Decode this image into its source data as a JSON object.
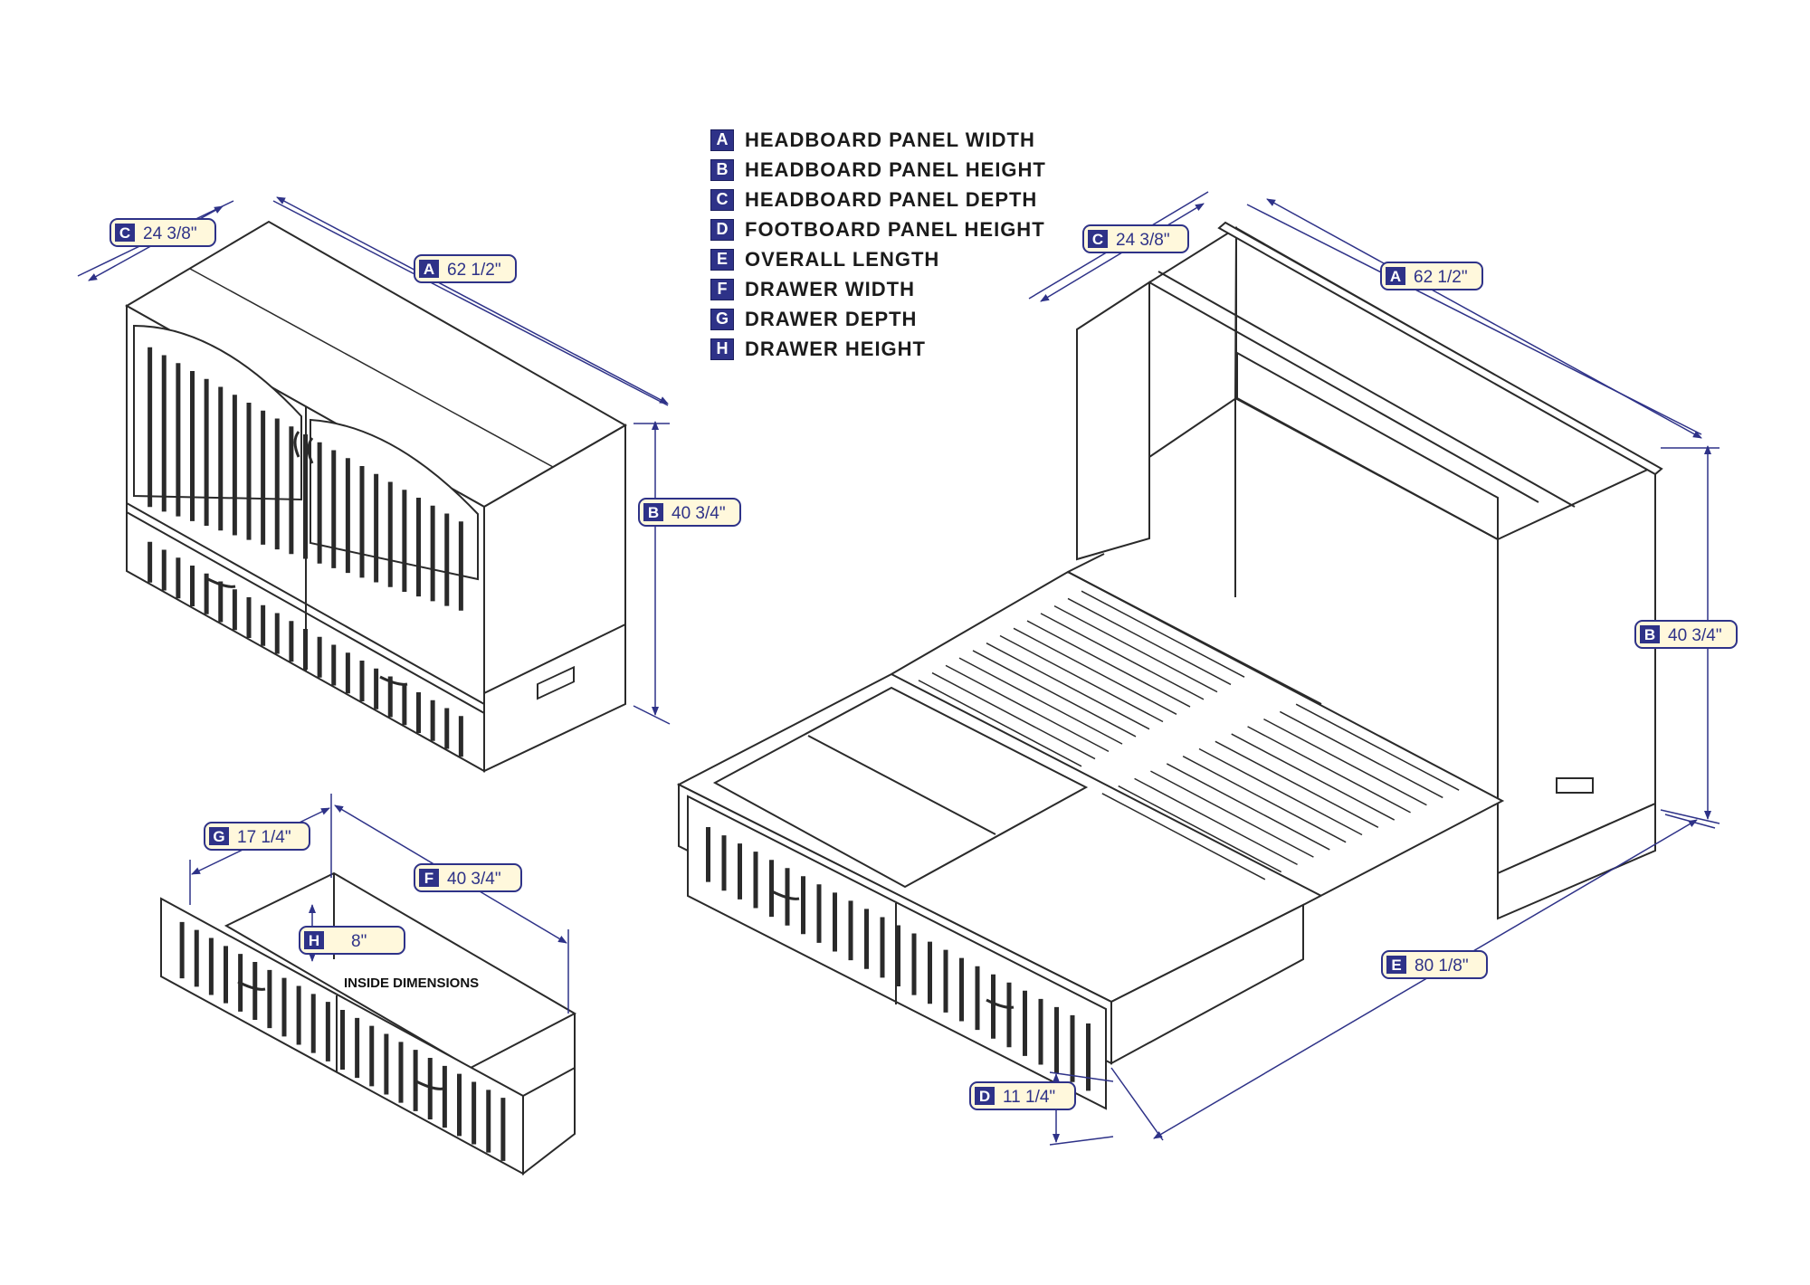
{
  "legend": [
    {
      "letter": "A",
      "text": "HEADBOARD PANEL WIDTH"
    },
    {
      "letter": "B",
      "text": "HEADBOARD PANEL HEIGHT"
    },
    {
      "letter": "C",
      "text": "HEADBOARD PANEL DEPTH"
    },
    {
      "letter": "D",
      "text": "FOOTBOARD PANEL HEIGHT"
    },
    {
      "letter": "E",
      "text": "OVERALL LENGTH"
    },
    {
      "letter": "F",
      "text": "DRAWER WIDTH"
    },
    {
      "letter": "G",
      "text": "DRAWER DEPTH"
    },
    {
      "letter": "H",
      "text": "DRAWER HEIGHT"
    }
  ],
  "closed_cabinet": {
    "dims": {
      "C": {
        "letter": "C",
        "value": "24 3/8\""
      },
      "A": {
        "letter": "A",
        "value": "62 1/2\""
      },
      "B": {
        "letter": "B",
        "value": "40 3/4\""
      }
    }
  },
  "drawer": {
    "note": "INSIDE DIMENSIONS",
    "dims": {
      "G": {
        "letter": "G",
        "value": "17 1/4\""
      },
      "F": {
        "letter": "F",
        "value": "40 3/4\""
      },
      "H": {
        "letter": "H",
        "value": "8\""
      }
    }
  },
  "open_bed": {
    "dims": {
      "C": {
        "letter": "C",
        "value": "24 3/8\""
      },
      "A": {
        "letter": "A",
        "value": "62 1/2\""
      },
      "B": {
        "letter": "B",
        "value": "40 3/4\""
      },
      "E": {
        "letter": "E",
        "value": "80 1/8\""
      },
      "D": {
        "letter": "D",
        "value": "11 1/4\""
      }
    }
  },
  "colors": {
    "line": "#2a2a2a",
    "dimension": "#2e3288",
    "label_fill": "#fff8dc",
    "letter_box": "#2e3288"
  }
}
